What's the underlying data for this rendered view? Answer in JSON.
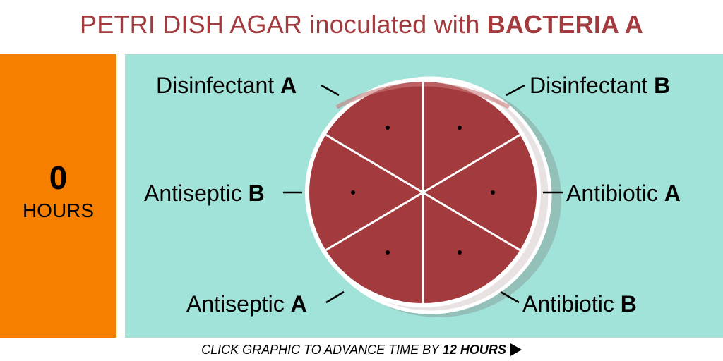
{
  "title": {
    "prefix": "PETRI DISH AGAR inoculated with ",
    "bold": "BACTERIA A"
  },
  "time": {
    "value": "0",
    "unit": "HOURS"
  },
  "labels": {
    "disinfectant_a": {
      "name": "Disinfectant ",
      "letter": "A"
    },
    "disinfectant_b": {
      "name": "Disinfectant ",
      "letter": "B"
    },
    "antiseptic_b": {
      "name": "Antiseptic ",
      "letter": "B"
    },
    "antibiotic_a": {
      "name": "Antibiotic ",
      "letter": "A"
    },
    "antiseptic_a": {
      "name": "Antiseptic ",
      "letter": "A"
    },
    "antibiotic_b": {
      "name": "Antibiotic ",
      "letter": "B"
    }
  },
  "footer": {
    "prefix": "CLICK GRAPHIC TO ADVANCE TIME BY ",
    "bold": "12 HOURS"
  },
  "colors": {
    "title": "#a33a3d",
    "time_panel": "#f77f00",
    "stage": "#a2e3d9",
    "agar": "#a33a3d",
    "dish_edge": "#ffffff",
    "shadow": "#8fb0ad"
  }
}
